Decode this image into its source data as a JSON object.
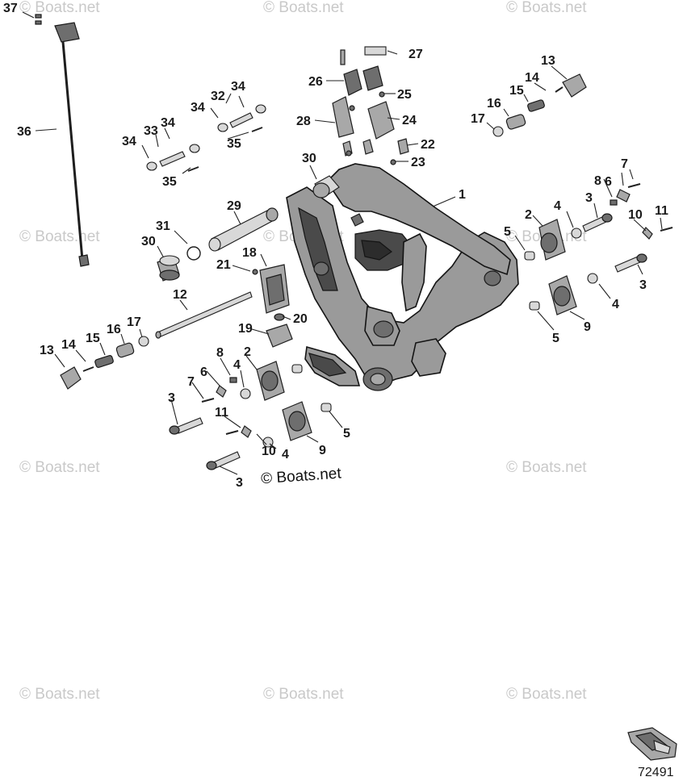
{
  "watermark": "© Boats.net",
  "center_mark": "© Boats.net",
  "figure_number": "72491",
  "callouts": [
    "1",
    "2",
    "3",
    "4",
    "5",
    "6",
    "7",
    "8",
    "9",
    "10",
    "11",
    "12",
    "13",
    "14",
    "15",
    "16",
    "17",
    "18",
    "19",
    "20",
    "21",
    "22",
    "23",
    "24",
    "25",
    "26",
    "27",
    "28",
    "29",
    "30",
    "31",
    "32",
    "33",
    "34",
    "35",
    "36",
    "37"
  ]
}
